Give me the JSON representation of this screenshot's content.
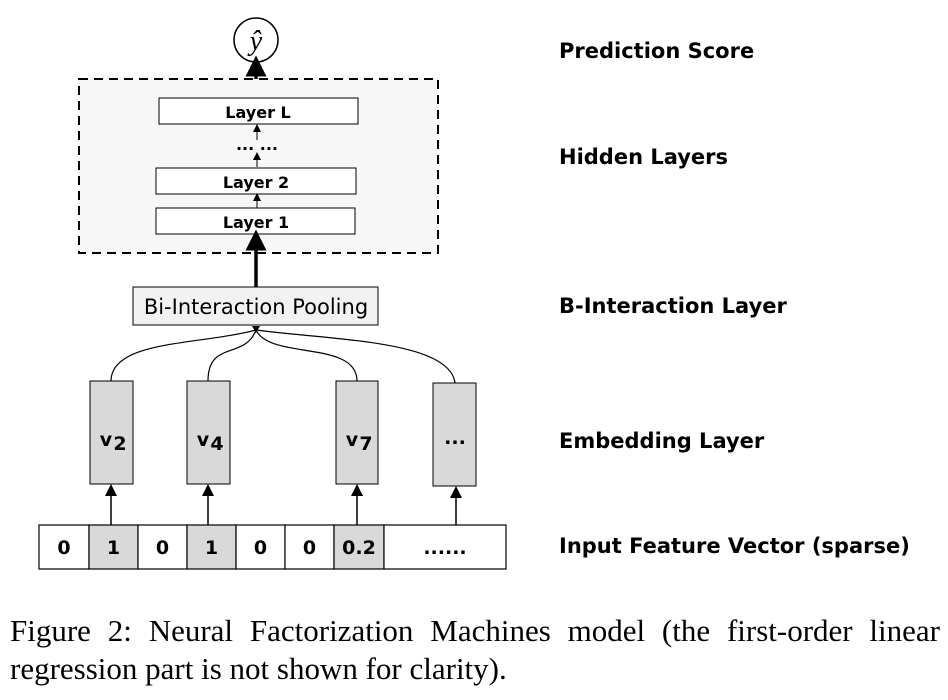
{
  "diagram": {
    "output_node": "ŷ",
    "hidden_layers": [
      "Layer L",
      "... ...",
      "Layer 2",
      "Layer 1"
    ],
    "pooling_label": "Bi-Interaction Pooling",
    "embeddings": [
      {
        "base": "v",
        "sub": "2"
      },
      {
        "base": "v",
        "sub": "4"
      },
      {
        "base": "v",
        "sub": "7"
      },
      {
        "base": "...",
        "sub": ""
      }
    ],
    "input_cells": [
      {
        "value": "0",
        "active": false
      },
      {
        "value": "1",
        "active": true
      },
      {
        "value": "0",
        "active": false
      },
      {
        "value": "1",
        "active": true
      },
      {
        "value": "0",
        "active": false
      },
      {
        "value": "0",
        "active": false
      },
      {
        "value": "0.2",
        "active": true
      },
      {
        "value": "......",
        "active": false
      }
    ],
    "side_labels": {
      "prediction": "Prediction Score",
      "hidden": "Hidden Layers",
      "interaction": "B-Interaction Layer",
      "embedding": "Embedding Layer",
      "input": "Input Feature Vector (sparse)"
    },
    "colors": {
      "active_fill": "#d9d9d9",
      "panel_fill": "#f7f7f7",
      "pooling_fill": "#f2f2f2",
      "stroke": "#000000"
    }
  },
  "caption": {
    "text": "Figure 2:  Neural Factorization Machines model (the first-order linear regression part is not shown for clarity)."
  }
}
